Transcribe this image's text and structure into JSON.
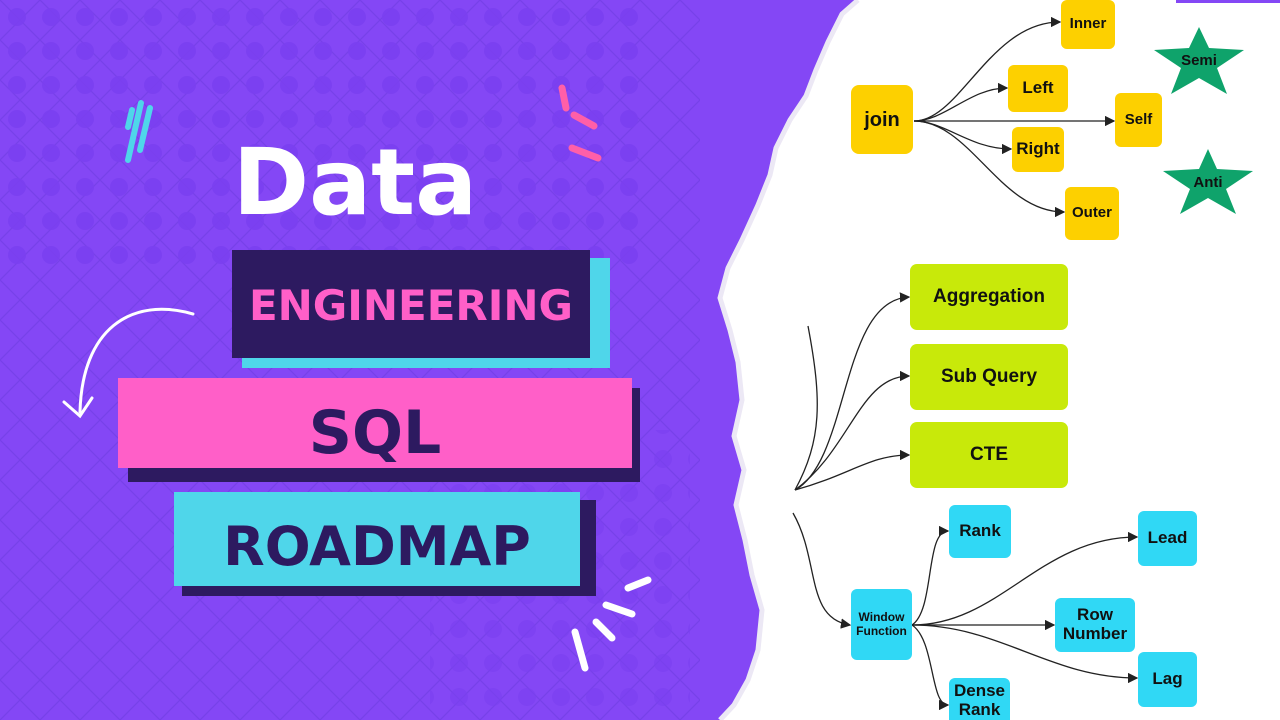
{
  "headline": {
    "line1": "Data",
    "line2": "ENGINEERING",
    "line3": "SQL",
    "line4": "ROADMAP"
  },
  "colors": {
    "background": "#8447f5",
    "pink": "#ff5fc8",
    "cyan": "#4fd6ea",
    "navy": "#2d1a60",
    "yellow_node": "#fdd000",
    "green_node": "#c8e90a",
    "cyan_node": "#30d8f5",
    "star": "#0fa36b"
  },
  "diagram": {
    "join": {
      "root": "join",
      "children": [
        "Inner",
        "Left",
        "Self",
        "Right",
        "Outer"
      ],
      "stars": [
        "Semi",
        "Anti"
      ]
    },
    "queries": [
      "Aggregation",
      "Sub Query",
      "CTE"
    ],
    "window": {
      "root": "Window Function",
      "children": [
        "Rank",
        "Lead",
        "Row Number",
        "Lag",
        "Dense Rank"
      ]
    }
  }
}
